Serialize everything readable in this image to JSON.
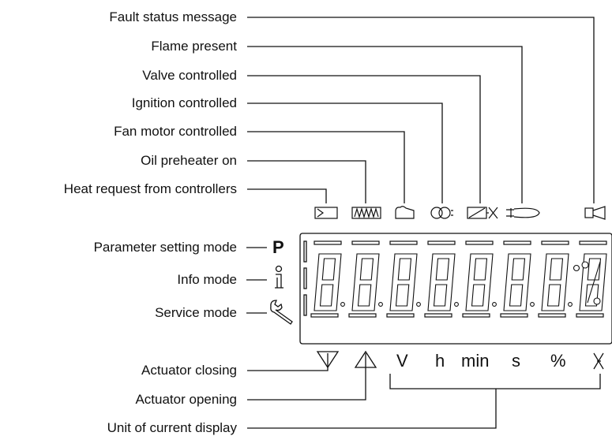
{
  "callouts_top": [
    "Fault status message",
    "Flame present",
    "Valve controlled",
    "Ignition controlled",
    "Fan motor controlled",
    "Oil preheater on",
    "Heat request from controllers"
  ],
  "callouts_left": [
    "Parameter setting mode",
    "Info mode",
    "Service mode"
  ],
  "callouts_bottom": [
    "Actuator closing",
    "Actuator opening",
    "Unit of current display"
  ],
  "mode_symbols": {
    "parameter": "P"
  },
  "units": [
    "V",
    "h",
    "min",
    "s",
    "%"
  ],
  "status_icons": [
    "heat-request-icon",
    "oil-preheater-icon",
    "fan-motor-icon",
    "ignition-icon",
    "valve-icon",
    "flame-icon",
    "fault-horn-icon"
  ]
}
